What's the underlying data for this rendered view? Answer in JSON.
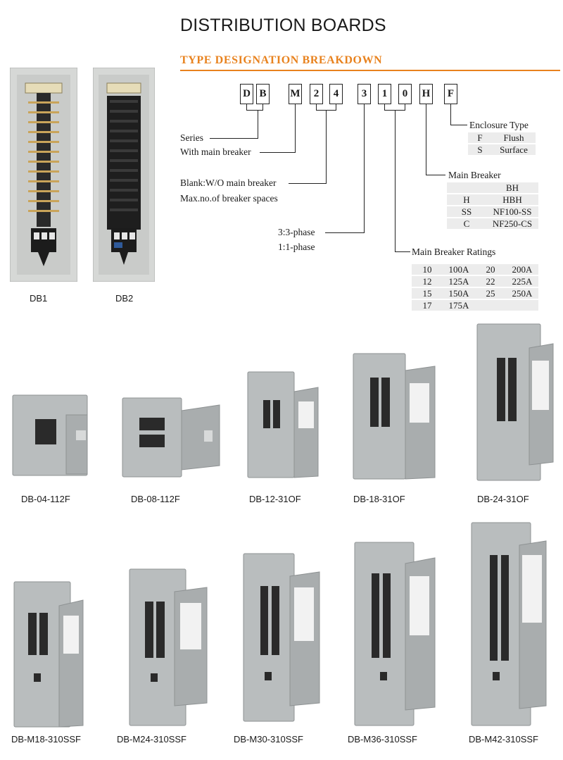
{
  "page": {
    "title": "DISTRIBUTION BOARDS",
    "subtitle": "TYPE DESIGNATION BREAKDOWN"
  },
  "code": [
    "D",
    "B",
    "M",
    "2",
    "4",
    "3",
    "1",
    "0",
    "H",
    "F"
  ],
  "labels": {
    "series": "Series",
    "with_main": "With main breaker",
    "blank_main": "Blank:W/O main breaker",
    "max_spaces": "Max.no.of breaker spaces",
    "three_phase": "3:3-phase",
    "one_phase": "1:1-phase"
  },
  "enclosure": {
    "heading": "Enclosure Type",
    "rows": [
      [
        "F",
        "Flush"
      ],
      [
        "S",
        "Surface"
      ]
    ]
  },
  "main_breaker": {
    "heading": "Main Breaker",
    "rows": [
      [
        "",
        "BH"
      ],
      [
        "H",
        "HBH"
      ],
      [
        "SS",
        "NF100-SS"
      ],
      [
        "C",
        "NF250-CS"
      ]
    ]
  },
  "ratings": {
    "heading": "Main Breaker Ratings",
    "rows": [
      [
        "10",
        "100A",
        "20",
        "200A"
      ],
      [
        "12",
        "125A",
        "22",
        "225A"
      ],
      [
        "15",
        "150A",
        "25",
        "250A"
      ],
      [
        "17",
        "175A",
        "",
        ""
      ]
    ]
  },
  "photos": {
    "interior": [
      "DB1",
      "DB2"
    ],
    "row1": [
      "DB-04-112F",
      "DB-08-112F",
      "DB-12-31OF",
      "DB-18-31OF",
      "DB-24-31OF"
    ],
    "row2": [
      "DB-M18-310SSF",
      "DB-M24-310SSF",
      "DB-M30-310SSF",
      "DB-M36-310SSF",
      "DB-M42-310SSF"
    ]
  }
}
